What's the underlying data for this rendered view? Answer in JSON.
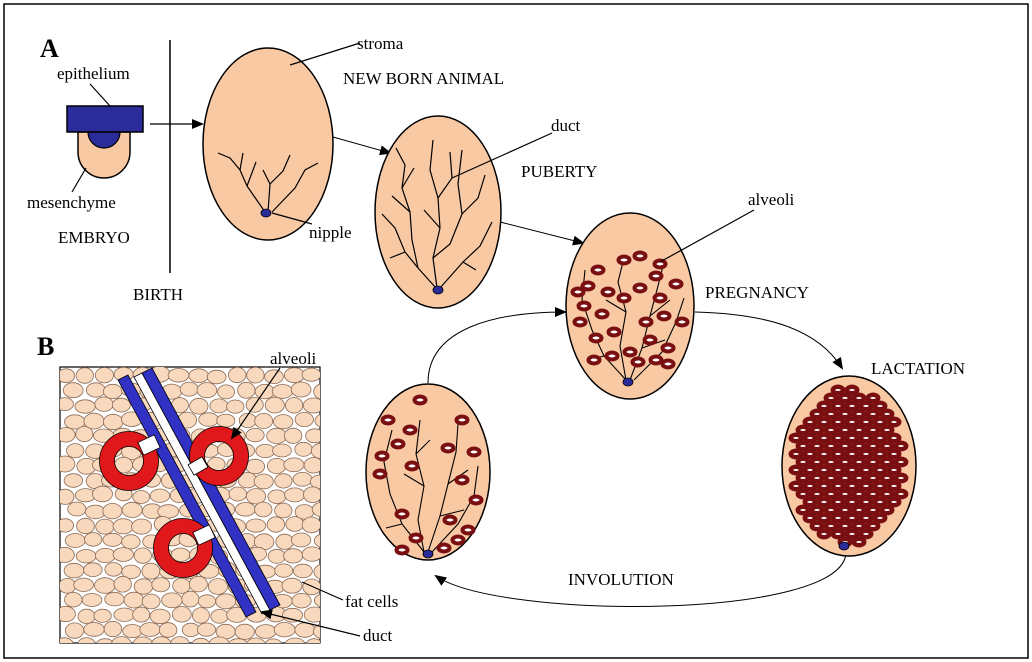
{
  "panels": {
    "a": "A",
    "b": "B"
  },
  "labels": {
    "epithelium": "epithelium",
    "mesenchyme": "mesenchyme",
    "embryo": "EMBRYO",
    "birth": "BIRTH",
    "stroma": "stroma",
    "new_born_animal": "NEW BORN ANIMAL",
    "nipple": "nipple",
    "duct_top": "duct",
    "puberty": "PUBERTY",
    "alveoli_top": "alveoli",
    "pregnancy": "PREGNANCY",
    "lactation": "LACTATION",
    "involution": "INVOLUTION",
    "alveoli_b": "alveoli",
    "fat_cells": "fat cells",
    "duct_b": "duct"
  },
  "colors": {
    "stroma_fill": "#f9c9a4",
    "epithelium_blue": "#2b2b9a",
    "alveolus_red": "#e0181b",
    "alveolus_dark": "#7a0f12",
    "fat_cell": "#f9d9bd",
    "duct_blue": "#3131c4"
  }
}
